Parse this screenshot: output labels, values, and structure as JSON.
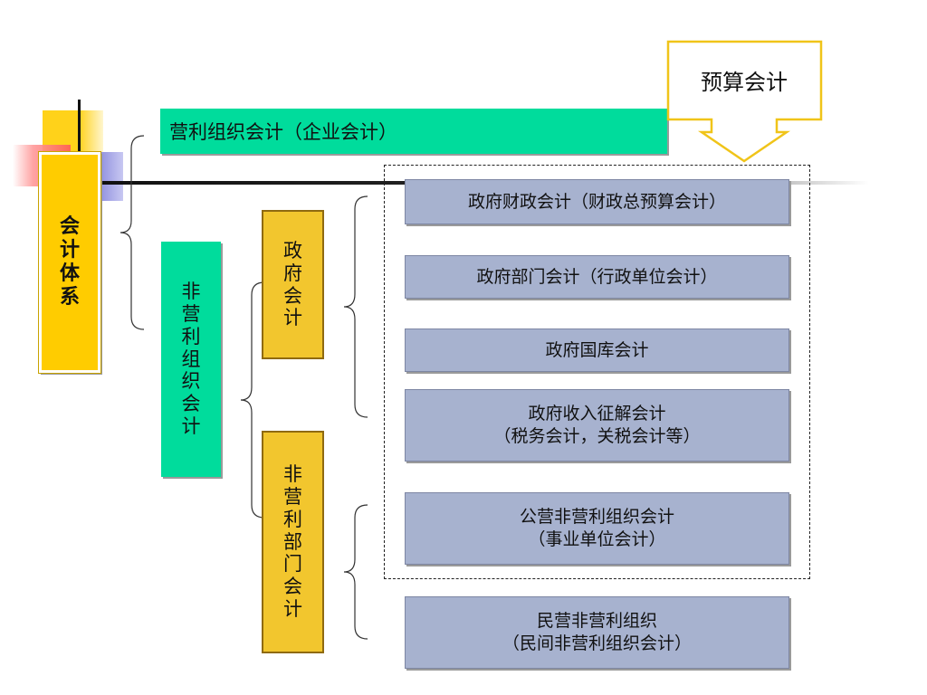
{
  "root": {
    "chars": [
      "会",
      "计",
      "体",
      "系"
    ]
  },
  "profit": {
    "label": "营利组织会计（企业会计）"
  },
  "nonprofit": {
    "chars": [
      "非",
      "营",
      "利",
      "组",
      "织",
      "会",
      "计"
    ]
  },
  "government": {
    "chars": [
      "政",
      "府",
      "会",
      "计"
    ]
  },
  "nonprofit_dept": {
    "chars": [
      "非",
      "营",
      "利",
      "部",
      "门",
      "会",
      "计"
    ]
  },
  "budget_callout": {
    "label": "预算会计"
  },
  "gov_boxes": [
    {
      "lines": [
        "政府财政会计（财政总预算会计）"
      ]
    },
    {
      "lines": [
        "政府部门会计（行政单位会计）"
      ]
    },
    {
      "lines": [
        "政府国库会计"
      ]
    },
    {
      "lines": [
        "政府收入征解会计",
        "（税务会计，关税会计等）"
      ]
    }
  ],
  "dept_boxes": [
    {
      "lines": [
        "公营非营利组织会计",
        "（事业单位会计）"
      ]
    },
    {
      "lines": [
        "民营非营利组织",
        "（民间非营利组织会计）"
      ]
    }
  ],
  "colors": {
    "accent_gold": "#ffcc00",
    "green": "#00dc9c",
    "gov_gold": "#f2c62e",
    "box_blue": "#a7b2cf",
    "callout_border": "#f0c419",
    "deco_red": "#ff6a6a",
    "deco_purple": "#8a8ae0"
  }
}
